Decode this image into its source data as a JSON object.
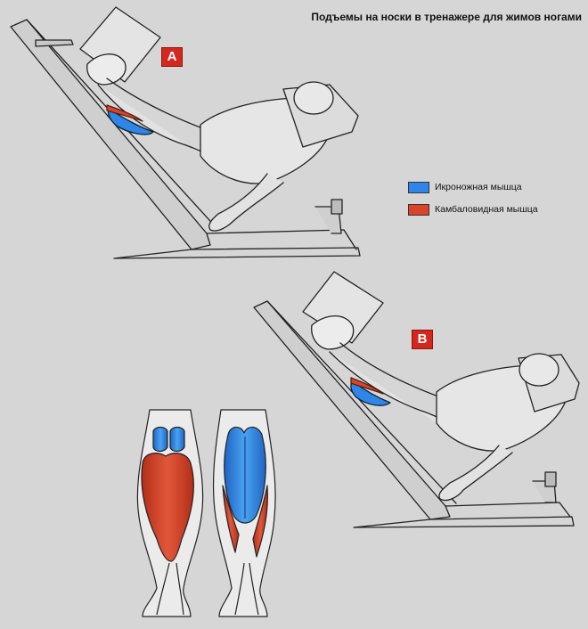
{
  "title": "Подъемы на носки в тренажере для жимов ногами",
  "badges": {
    "a": "A",
    "b": "B"
  },
  "legend": [
    {
      "label": "Икроножная мышца",
      "color": "#2f86e8"
    },
    {
      "label": "Камбаловидная мышца",
      "color": "#d9442b"
    }
  ],
  "colors": {
    "background": "#d6d6d6",
    "badge": "#d4281e",
    "gastrocnemius": "#2f86e8",
    "soleus": "#d9442b"
  }
}
